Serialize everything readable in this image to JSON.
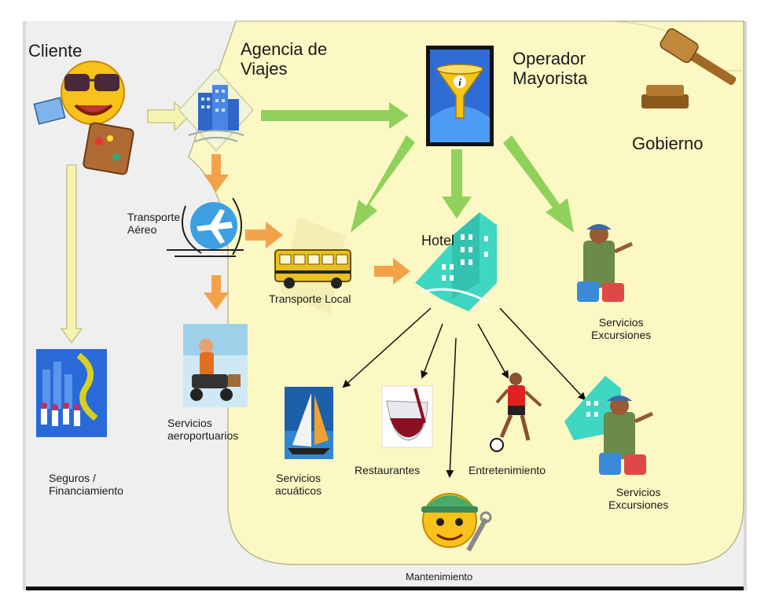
{
  "labels": {
    "cliente": "Cliente",
    "agencia": "Agencia de\nViajes",
    "operador": "Operador\nMayorista",
    "gobierno": "Gobierno",
    "transporte_aereo": "Transporte\nAéreo",
    "transporte_local": "Transporte Local",
    "hotel": "Hotel",
    "servicios_excursiones_1": "Servicios\nExcursiones",
    "servicios_excursiones_2": "Servicios\nExcursiones",
    "servicios_aeroportuarios": "Servicios\naeroportuarios",
    "seguros": "Seguros /\nFinanciamiento",
    "servicios_acuaticos": "Servicios\nacuáticos",
    "restaurantes": "Restaurantes",
    "entretenimiento": "Entretenimiento",
    "mantenimiento": "Mantenimiento"
  },
  "colors": {
    "zone_fill": "#fbf8c4",
    "green_arrow": "#8fd15a",
    "orange_arrow": "#f4a24a",
    "pale_arrow": "#f4f3b0",
    "hotel_teal": "#3fd6c2",
    "background": "#efefef"
  },
  "icons": [
    "smiley-traveler-icon",
    "building-icon",
    "funnel-info-icon",
    "gavel-icon",
    "airplane-icon",
    "bus-icon",
    "hotel-icon",
    "tour-guide-icon",
    "wheelchair-cart-icon",
    "finance-chart-icon",
    "sailboat-icon",
    "wine-glass-icon",
    "soccer-player-icon",
    "mechanic-smiley-icon"
  ]
}
